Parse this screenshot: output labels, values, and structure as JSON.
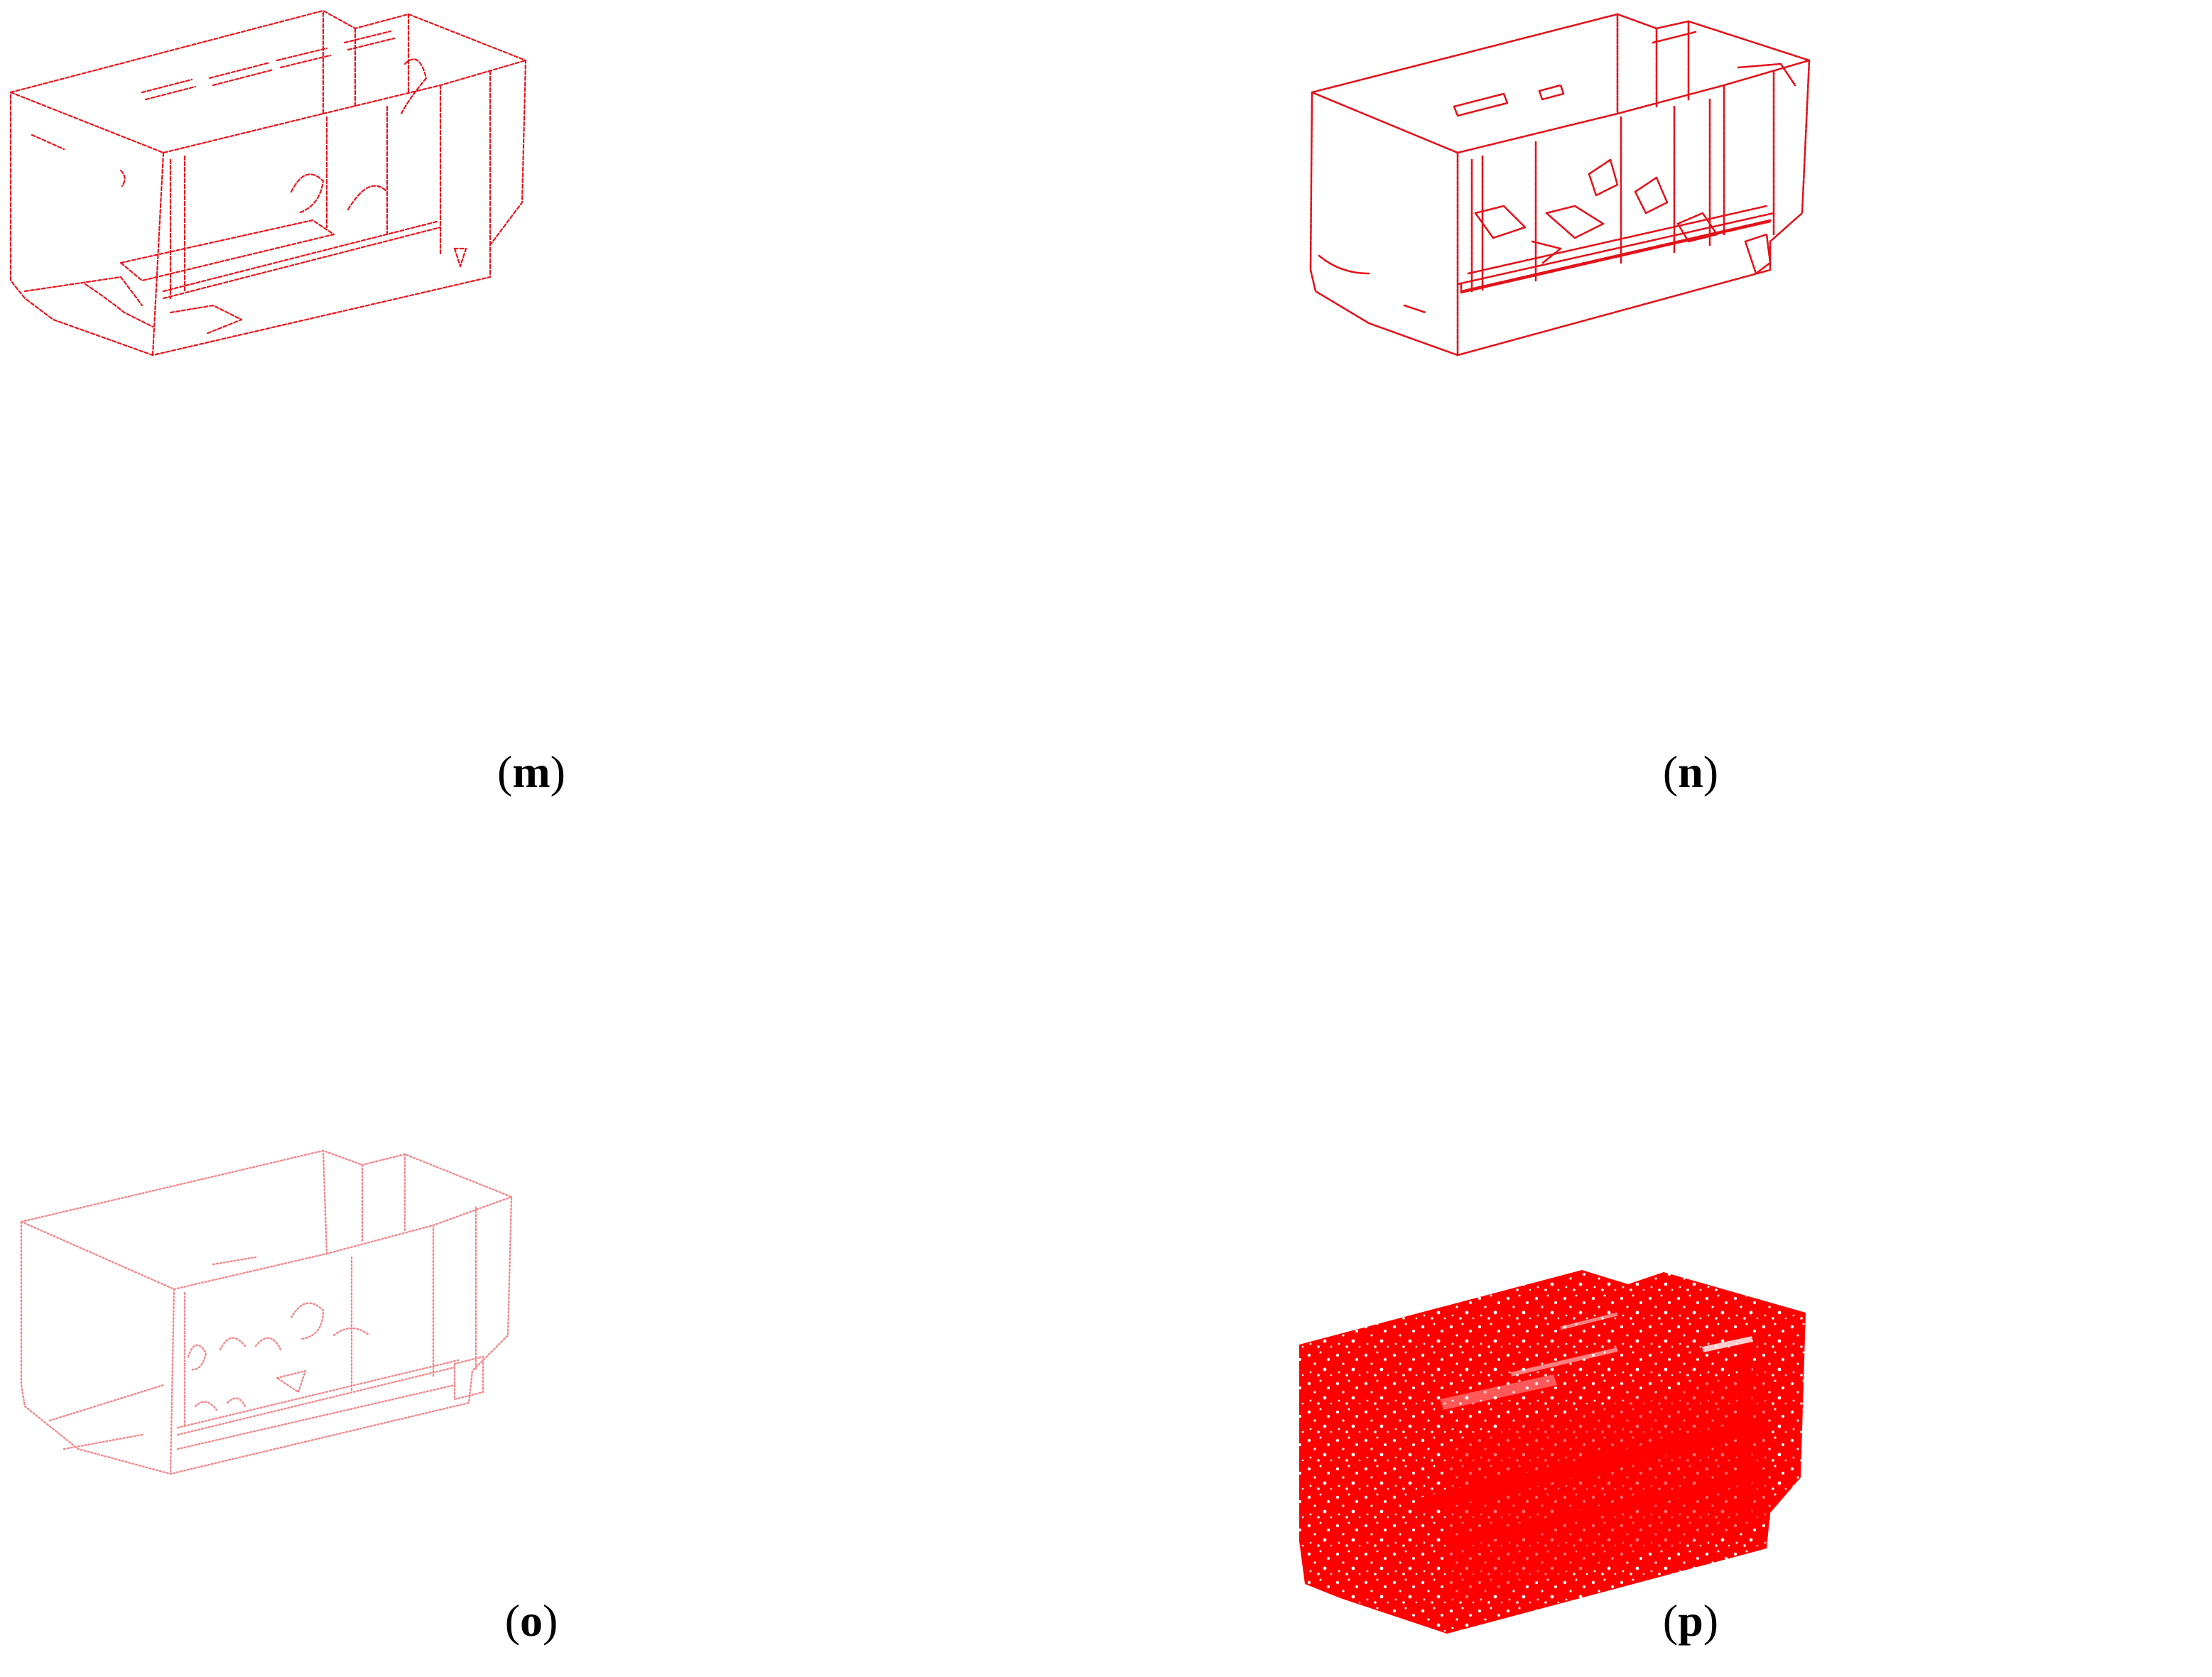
{
  "panels": [
    {
      "id": "m",
      "label": "m",
      "style": "sparse",
      "color": "#e8141c"
    },
    {
      "id": "n",
      "label": "n",
      "style": "medium",
      "color": "#e3121a"
    },
    {
      "id": "o",
      "label": "o",
      "style": "faint",
      "color": "#f08a8e"
    },
    {
      "id": "p",
      "label": "p",
      "style": "dense",
      "color": "#ff0000"
    }
  ]
}
